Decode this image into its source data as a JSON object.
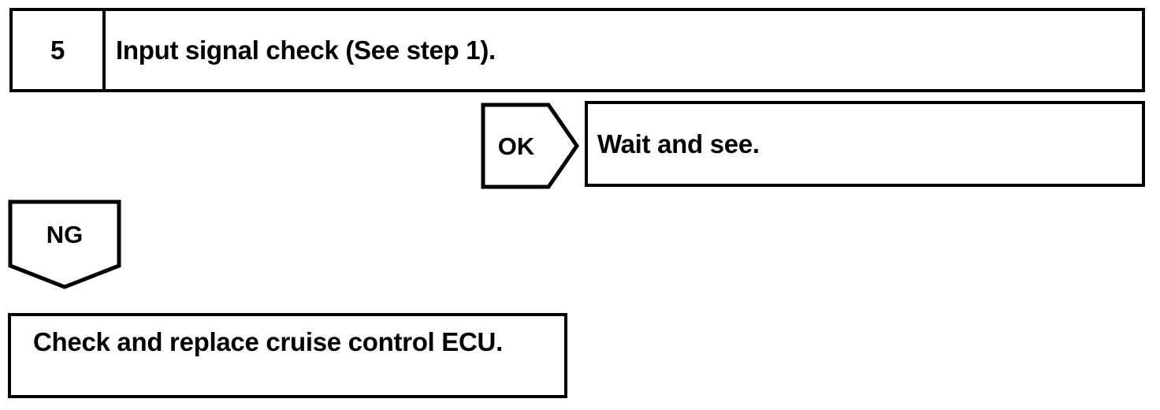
{
  "page": {
    "background": "#ffffff",
    "ink": "#000000"
  },
  "flowchart": {
    "step": {
      "number": "5",
      "title": "Input signal check (See step 1)."
    },
    "ok": {
      "label": "OK",
      "result": "Wait and see."
    },
    "ng": {
      "label": "NG",
      "result": "Check and replace cruise control ECU."
    }
  }
}
